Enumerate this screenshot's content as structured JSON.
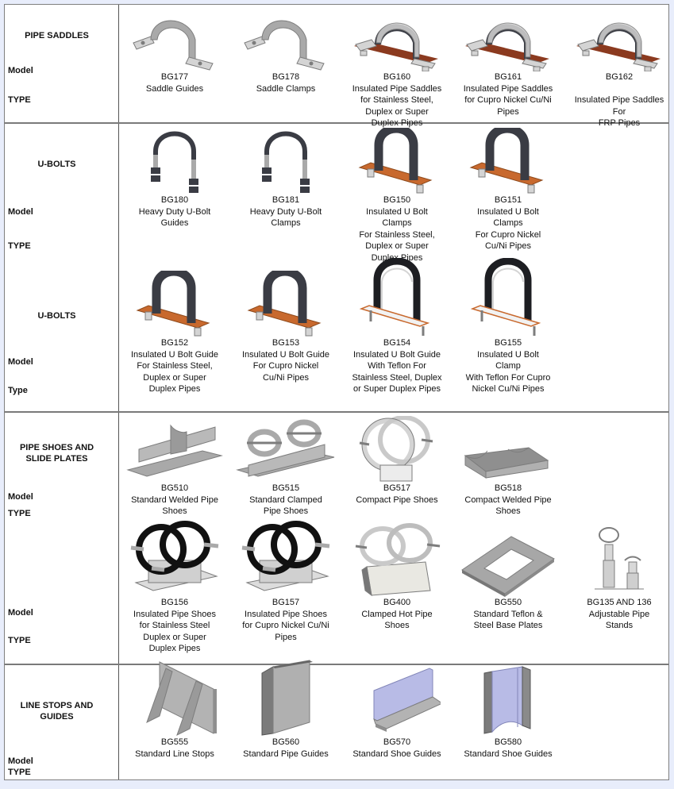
{
  "colors": {
    "background": "#e8edfb",
    "sheet": "#ffffff",
    "border": "#7a7a7a",
    "steel": "#a9a9a9",
    "insulation": "#8b3a1f",
    "copper": "#c8692e",
    "rubber": "#3a3c44",
    "teflon_blue": "#b8bbe6"
  },
  "sections": [
    {
      "title": "PIPE SADDLES",
      "model_label": "Model",
      "type_label": "TYPE",
      "items": [
        {
          "model": "BG177",
          "type": "Saddle Guides",
          "icon": "saddle-icon"
        },
        {
          "model": "BG178",
          "type": "Saddle Clamps",
          "icon": "saddle-icon"
        },
        {
          "model": "BG160",
          "type": "Insulated Pipe Saddles\nfor Stainless Steel,\nDuplex or Super\nDuplex Pipes",
          "icon": "insulated-saddle-icon"
        },
        {
          "model": "BG161",
          "type": "Insulated Pipe Saddles\nfor Cupro Nickel Cu/Ni\nPipes",
          "icon": "insulated-saddle-icon"
        },
        {
          "model": "BG162",
          "type": "\nInsulated Pipe Saddles\nFor\nFRP Pipes",
          "icon": "insulated-saddle-icon"
        }
      ]
    },
    {
      "title": "U-BOLTS",
      "model_label": "Model",
      "type_label": "TYPE",
      "items": [
        {
          "model": "BG180",
          "type": "Heavy Duty U-Bolt\nGuides",
          "icon": "u-bolt-icon"
        },
        {
          "model": "BG181",
          "type": "Heavy Duty U-Bolt\nClamps",
          "icon": "u-bolt-icon"
        },
        {
          "model": "BG150",
          "type": "Insulated U Bolt\nClamps\nFor Stainless Steel,\nDuplex or Super\nDuplex Pipes",
          "icon": "insulated-u-bolt-icon"
        },
        {
          "model": "BG151",
          "type": "Insulated U Bolt\nClamps\nFor Cupro Nickel\nCu/Ni Pipes",
          "icon": "insulated-u-bolt-icon"
        }
      ]
    },
    {
      "title": "U-BOLTS",
      "model_label": "Model",
      "type_label": "Type",
      "items": [
        {
          "model": "BG152",
          "type": "Insulated U Bolt Guide\nFor Stainless Steel,\nDuplex or Super\nDuplex Pipes",
          "icon": "insulated-u-bolt-icon"
        },
        {
          "model": "BG153",
          "type": "Insulated U Bolt Guide\nFor Cupro Nickel\nCu/Ni Pipes",
          "icon": "insulated-u-bolt-icon"
        },
        {
          "model": "BG154",
          "type": "Insulated U Bolt Guide\nWith Teflon For\nStainless Steel, Duplex\nor Super Duplex Pipes",
          "icon": "teflon-u-bolt-icon"
        },
        {
          "model": "BG155",
          "type": "Insulated U Bolt\nClamp\nWith Teflon For Cupro\nNickel Cu/Ni Pipes",
          "icon": "teflon-u-bolt-icon"
        }
      ]
    },
    {
      "title": "PIPE SHOES AND\nSLIDE PLATES",
      "model_label": "Model",
      "type_label": "TYPE",
      "items": [
        {
          "model": "BG510",
          "type": "Standard Welded Pipe\nShoes",
          "icon": "welded-shoe-icon"
        },
        {
          "model": "BG515",
          "type": "Standard Clamped\nPipe Shoes",
          "icon": "clamped-shoe-icon"
        },
        {
          "model": "BG517",
          "type": "Compact Pipe Shoes",
          "icon": "compact-shoe-icon"
        },
        {
          "model": "BG518",
          "type": "Compact Welded Pipe\nShoes",
          "icon": "compact-welded-shoe-icon"
        }
      ]
    },
    {
      "title": "",
      "model_label": "Model",
      "type_label": "TYPE",
      "items": [
        {
          "model": "BG156",
          "type": "Insulated Pipe Shoes\nfor Stainless Steel\nDuplex or Super\nDuplex Pipes",
          "icon": "insulated-shoe-icon"
        },
        {
          "model": "BG157",
          "type": "Insulated Pipe Shoes\nfor Cupro Nickel Cu/Ni\nPipes",
          "icon": "insulated-shoe-icon"
        },
        {
          "model": "BG400",
          "type": "Clamped Hot Pipe\nShoes",
          "icon": "hot-shoe-icon"
        },
        {
          "model": "BG550",
          "type": "Standard Teflon &\nSteel Base Plates",
          "icon": "base-plate-icon"
        },
        {
          "model": "BG135 AND 136",
          "type": "Adjustable Pipe\nStands",
          "icon": "pipe-stand-icon"
        }
      ]
    },
    {
      "title": "LINE STOPS AND\nGUIDES",
      "model_label": "Model",
      "type_label": "TYPE",
      "items": [
        {
          "model": "BG555",
          "type": "Standard Line Stops",
          "icon": "line-stop-icon"
        },
        {
          "model": "BG560",
          "type": "Standard Pipe Guides",
          "icon": "pipe-guide-icon"
        },
        {
          "model": "BG570",
          "type": "Standard Shoe Guides",
          "icon": "angle-guide-icon"
        },
        {
          "model": "BG580",
          "type": "Standard Shoe Guides",
          "icon": "channel-guide-icon"
        }
      ]
    }
  ]
}
